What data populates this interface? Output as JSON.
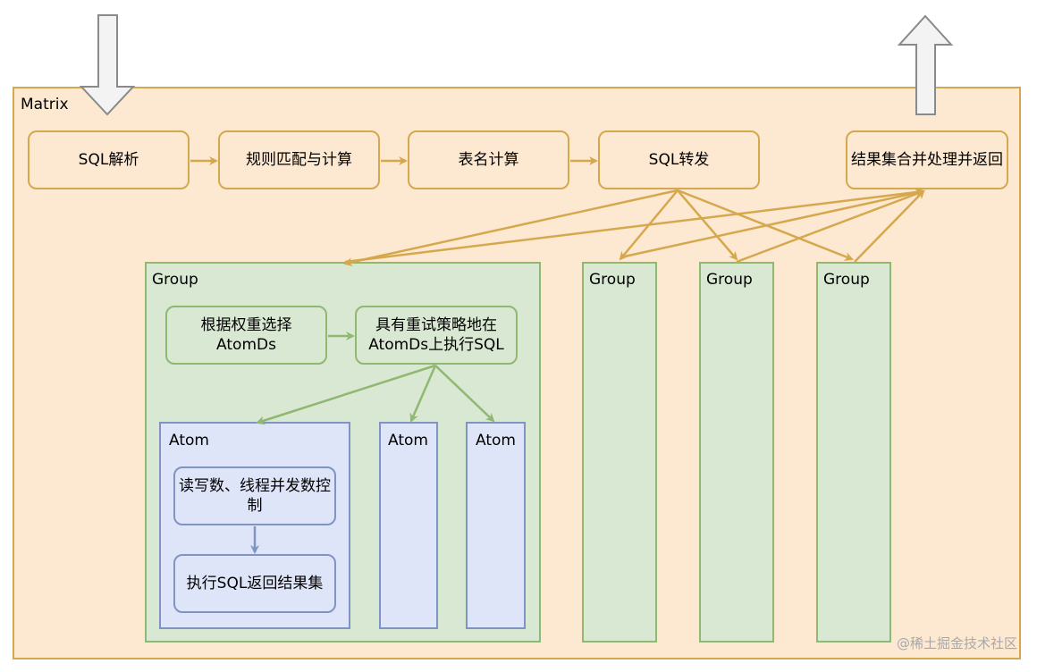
{
  "matrix": {
    "label": "Matrix"
  },
  "pipeline": {
    "sql_parse": "SQL解析",
    "rule_match": "规则匹配与计算",
    "table_name": "表名计算",
    "sql_forward": "SQL转发",
    "merge_result": "结果集合并处理并返回"
  },
  "group_main": {
    "label": "Group",
    "select_atomds": "根据权重选择AtomDs",
    "retry_exec": "具有重试策略地在AtomDs上执行SQL"
  },
  "atom_main": {
    "label": "Atom",
    "rw_control": "读写数、线程并发数控制",
    "exec_sql": "执行SQL返回结果集"
  },
  "atoms": [
    "Atom",
    "Atom"
  ],
  "groups": [
    "Group",
    "Group",
    "Group"
  ],
  "watermark": "@稀土掘金技术社区",
  "colors": {
    "orange_fill": "#fde9d1",
    "orange_stroke": "#d6a84e",
    "green_fill": "#d9e8d2",
    "green_stroke": "#8fb870",
    "blue_fill": "#dfe5f8",
    "blue_stroke": "#7f94c2"
  }
}
